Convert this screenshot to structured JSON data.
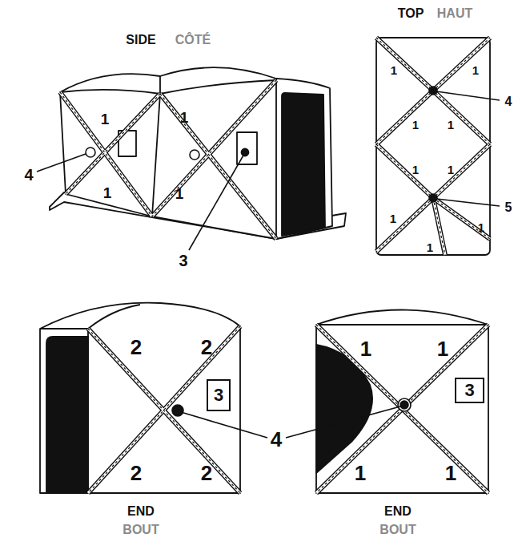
{
  "diagram": {
    "nodes": [
      {
        "text": [
          "3"
        ]
      },
      {
        "text": [
          "3"
        ]
      }
    ],
    "labels": [
      "SIDE",
      "CÔTÉ",
      "TOP",
      "HAUT",
      "1",
      "1",
      "1",
      "1",
      "1",
      "1",
      "1",
      "1",
      "1",
      "1",
      "1",
      "1",
      "1",
      "4",
      "4",
      "5",
      "3",
      "2",
      "2",
      "2",
      "2",
      "1",
      "1",
      "1",
      "1",
      "4",
      "END",
      "BOUT",
      "END",
      "BOUT"
    ]
  }
}
